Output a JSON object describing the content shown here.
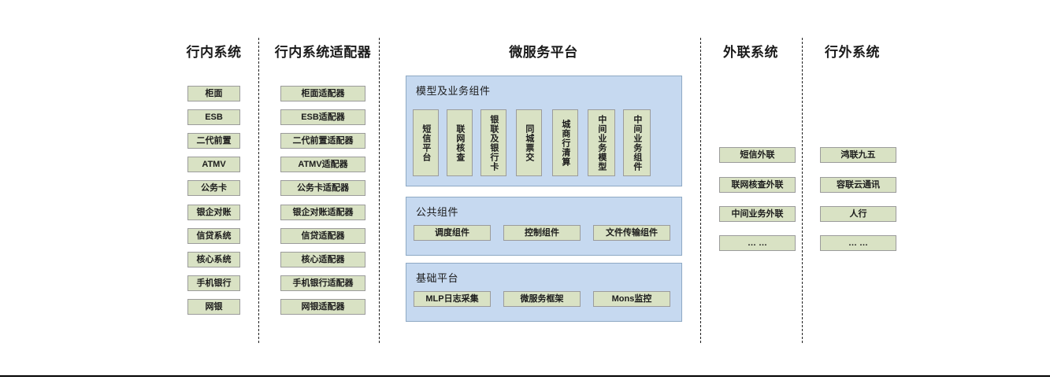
{
  "diagram": {
    "title_columns": [
      {
        "id": "in-bank-systems",
        "label": "行内系统"
      },
      {
        "id": "in-bank-adapters",
        "label": "行内系统适配器"
      },
      {
        "id": "microservice",
        "label": "微服务平台"
      },
      {
        "id": "external-link",
        "label": "外联系统"
      },
      {
        "id": "outside-bank",
        "label": "行外系统"
      }
    ],
    "col1_nodes": [
      {
        "label": "柜面"
      },
      {
        "label": "ESB"
      },
      {
        "label": "二代前置"
      },
      {
        "label": "ATMV"
      },
      {
        "label": "公务卡"
      },
      {
        "label": "银企对账"
      },
      {
        "label": "信贷系统"
      },
      {
        "label": "核心系统"
      },
      {
        "label": "手机银行"
      },
      {
        "label": "网银"
      }
    ],
    "col2_nodes": [
      {
        "label": "柜面适配器"
      },
      {
        "label": "ESB适配器"
      },
      {
        "label": "二代前置适配器"
      },
      {
        "label": "ATMV适配器"
      },
      {
        "label": "公务卡适配器"
      },
      {
        "label": "银企对账适配器"
      },
      {
        "label": "信贷适配器"
      },
      {
        "label": "核心适配器"
      },
      {
        "label": "手机银行适配器"
      },
      {
        "label": "网银适配器"
      }
    ],
    "groups": [
      {
        "id": "model-business-components",
        "title": "模型及业务组件",
        "nodes": [
          {
            "label": "短信平台"
          },
          {
            "label": "联网核查"
          },
          {
            "label": "银联及银行卡"
          },
          {
            "label": "同城票交"
          },
          {
            "label": "城商行清算"
          },
          {
            "label": "中间业务模型"
          },
          {
            "label": "中间业务组件"
          }
        ]
      },
      {
        "id": "public-components",
        "title": "公共组件",
        "nodes": [
          {
            "label": "调度组件"
          },
          {
            "label": "控制组件"
          },
          {
            "label": "文件传输组件"
          }
        ]
      },
      {
        "id": "base-platform",
        "title": "基础平台",
        "nodes": [
          {
            "label": "MLP日志采集"
          },
          {
            "label": "微服务框架"
          },
          {
            "label": "Mons监控"
          }
        ]
      }
    ],
    "col4_nodes": [
      {
        "label": "短信外联"
      },
      {
        "label": "联网核查外联"
      },
      {
        "label": "中间业务外联"
      },
      {
        "label": "… …"
      }
    ],
    "col5_nodes": [
      {
        "label": "鸿联九五"
      },
      {
        "label": "容联云通讯"
      },
      {
        "label": "人行"
      },
      {
        "label": "… …"
      }
    ],
    "colors": {
      "node_fill": "#d9e2c4",
      "node_border": "#9b9b9b",
      "group_fill": "#c6d9f0",
      "group_border": "#8ea9c4",
      "divider": "#202020",
      "text": "#1c1c1c"
    }
  }
}
